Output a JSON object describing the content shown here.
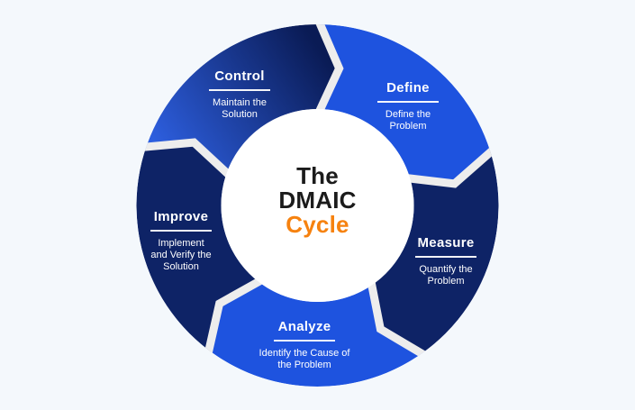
{
  "page": {
    "background": "#F4F8FC"
  },
  "center": {
    "line1": "The",
    "line2": "DMAIC",
    "line3": "Cycle",
    "text_color": "#1B1B1B",
    "accent_color": "#F6820F",
    "circle_color": "#FFFFFF"
  },
  "colors": {
    "bright_blue": "#1E53DF",
    "dark_navy": "#0E2366",
    "control_gradient_start": "#2F62E6",
    "control_gradient_end": "#0A1B55",
    "divider": "#EDEDED"
  },
  "segments": [
    {
      "id": "define",
      "title": "Define",
      "description": "Define the\nProblem"
    },
    {
      "id": "measure",
      "title": "Measure",
      "description": "Quantify the\nProblem"
    },
    {
      "id": "analyze",
      "title": "Analyze",
      "description": "Identify the Cause of\nthe Problem"
    },
    {
      "id": "improve",
      "title": "Improve",
      "description": "Implement\nand Verify the\nSolution"
    },
    {
      "id": "control",
      "title": "Control",
      "description": "Maintain the\nSolution"
    }
  ]
}
